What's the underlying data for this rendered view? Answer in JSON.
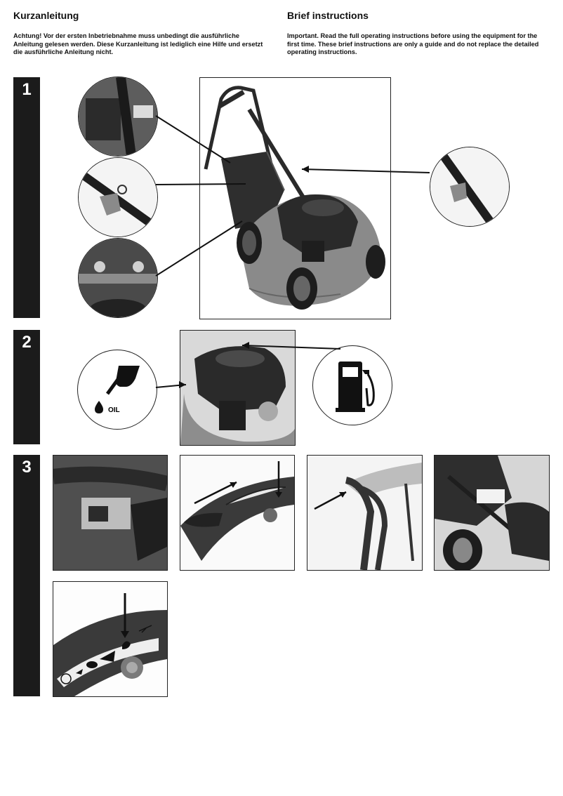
{
  "header": {
    "left": {
      "title": "Kurzanleitung",
      "text": "Achtung! Vor der ersten Inbetriebnahme muss unbedingt die ausführliche Anleitung gelesen werden. Diese Kurzanleitung ist lediglich eine Hilfe und ersetzt die ausführliche Anleitung nicht."
    },
    "right": {
      "title": "Brief instructions",
      "text": "Important. Read the full operating instructions before using the equipment for the first time. These brief instructions are only a guide and do not replace the detailed operating instructions."
    }
  },
  "steps": [
    {
      "number": "1"
    },
    {
      "number": "2",
      "oil_label": "OIL"
    },
    {
      "number": "3"
    }
  ],
  "icons": [
    "oil-can-icon",
    "oil-drop-icon",
    "fuel-pump-icon",
    "stop-icon",
    "turtle-icon",
    "hare-icon",
    "choke-icon",
    "arrow-icon"
  ],
  "colors": {
    "bar": "#1b1b1b",
    "photo_dark": "#2a2a2a",
    "photo_mid": "#7a7a7a",
    "photo_light": "#cfcfcf"
  }
}
